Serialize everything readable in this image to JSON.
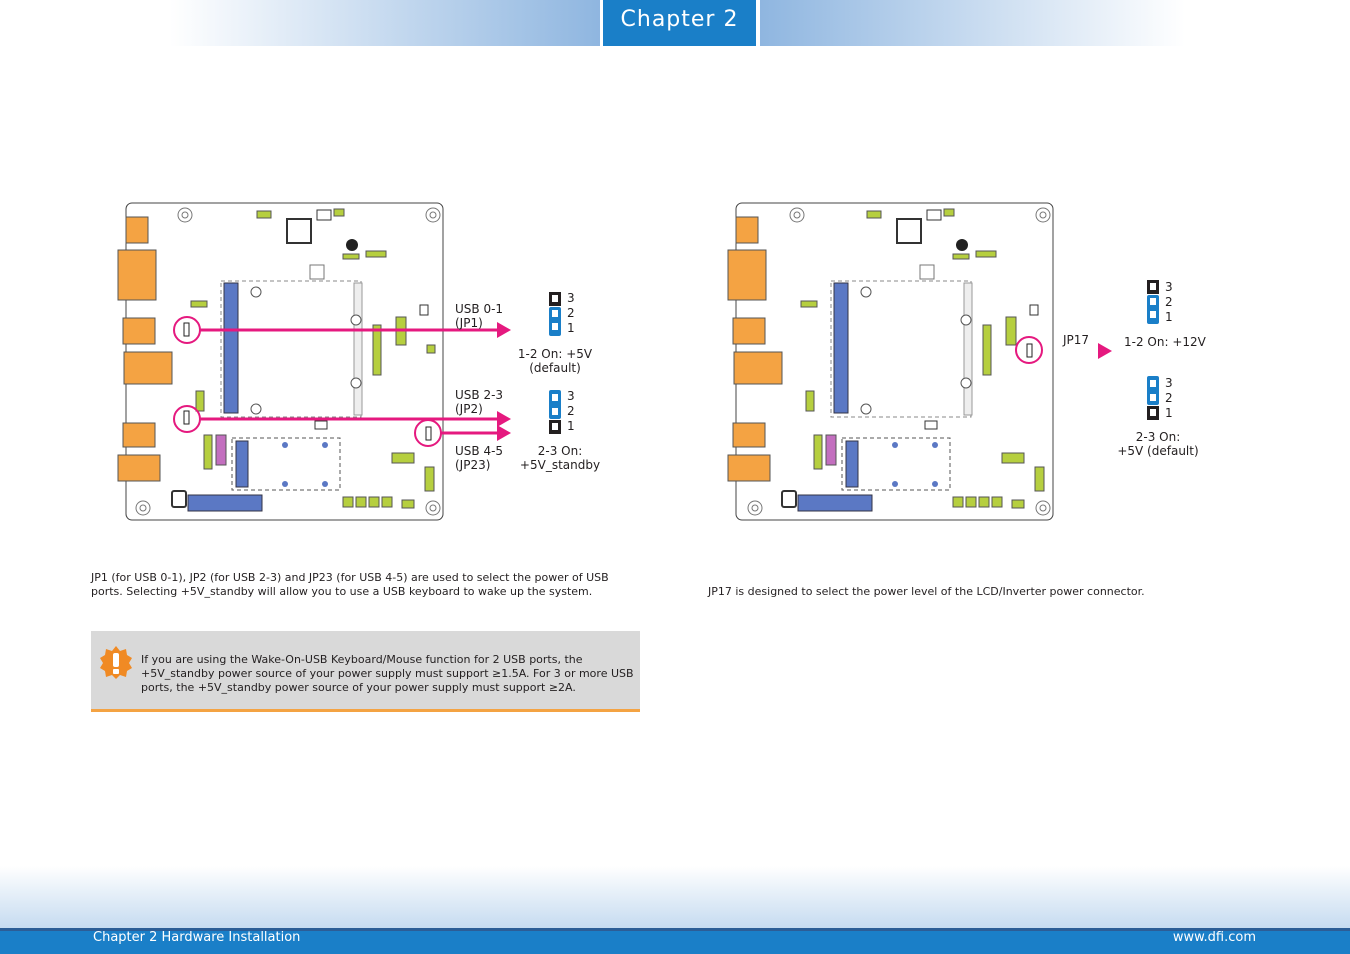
{
  "header": {
    "chapter_tab": "Chapter 2"
  },
  "left": {
    "labels": {
      "usb01_name": "USB 0-1",
      "usb01_jp": "(JP1)",
      "usb23_name": "USB 2-3",
      "usb23_jp": "(JP2)",
      "usb45_name": "USB 4-5",
      "usb45_jp": "(JP23)"
    },
    "jumper_top": {
      "pins": [
        "3",
        "2",
        "1"
      ],
      "caption_1": "1-2 On: +5V",
      "caption_2": "(default)"
    },
    "jumper_bottom": {
      "pins": [
        "3",
        "2",
        "1"
      ],
      "caption_1": "2-3 On:",
      "caption_2": "+5V_standby"
    },
    "description": "JP1 (for USB 0-1), JP2 (for USB 2-3) and JP23 (for USB 4-5) are used to select the power of USB ports. Selecting +5V_standby will allow you to use a USB keyboard to wake up the system.",
    "note": "If you are using the Wake-On-USB Keyboard/Mouse function for 2 USB ports, the +5V_standby power source of your power supply must support ≥1.5A. For 3 or more USB ports, the +5V_standby power source of your power supply must support ≥2A."
  },
  "right": {
    "label": "JP17",
    "jumper_top": {
      "pins": [
        "3",
        "2",
        "1"
      ],
      "caption": "1-2 On: +12V"
    },
    "jumper_bottom": {
      "pins": [
        "3",
        "2",
        "1"
      ],
      "caption_1": "2-3 On:",
      "caption_2": "+5V (default)"
    },
    "description": "JP17 is designed to select the power level of the LCD/Inverter power connector."
  },
  "footer": {
    "left": "Chapter 2 Hardware Installation",
    "right": "www.dfi.com"
  },
  "colors": {
    "brand_blue": "#1a7fc8",
    "pin_blue": "#1a7fc8",
    "pin_black": "#231f20",
    "arrow_magenta": "#e5197f",
    "note_orange": "#f4a343",
    "port_orange": "#f4a343"
  },
  "icons": {
    "note_icon": "warning-exclamation-icon"
  }
}
